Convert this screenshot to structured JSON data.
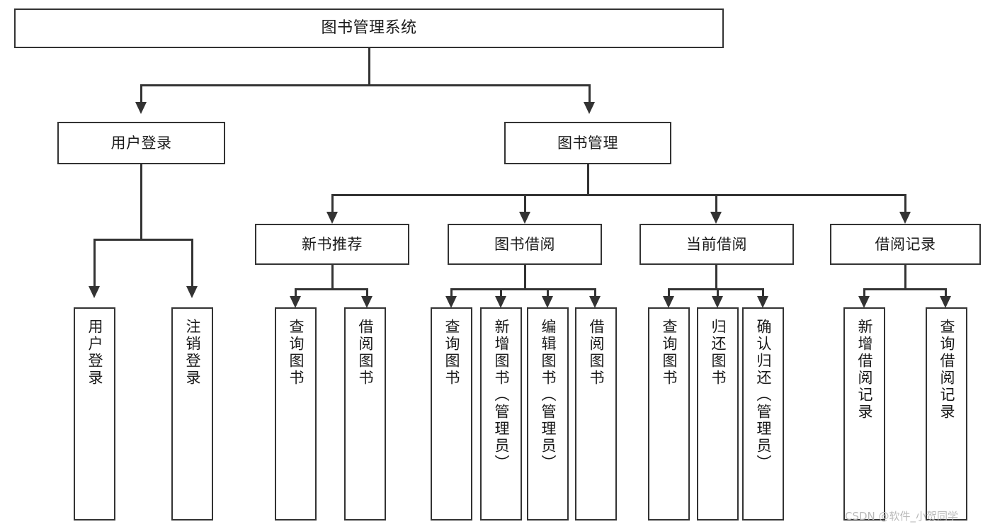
{
  "diagram": {
    "type": "tree",
    "title": "图书管理系统",
    "orientation": "top-down",
    "colors": {
      "stroke": "#333333",
      "fill": "#ffffff",
      "text": "#1a1a1a",
      "watermark": "#b9b9b9"
    },
    "nodes": {
      "root": {
        "label": "图书管理系统"
      },
      "level2": [
        {
          "label": "用户登录"
        },
        {
          "label": "图书管理"
        }
      ],
      "level3": [
        {
          "label": "新书推荐"
        },
        {
          "label": "图书借阅"
        },
        {
          "label": "当前借阅"
        },
        {
          "label": "借阅记录"
        }
      ],
      "leaves": {
        "user_login": [
          {
            "label": "用户登录"
          },
          {
            "label": "注销登录"
          }
        ],
        "new_book": [
          {
            "label": "查询图书"
          },
          {
            "label": "借阅图书"
          }
        ],
        "book_borrow": [
          {
            "label": "查询图书"
          },
          {
            "label": "新增图书（管理员）"
          },
          {
            "label": "编辑图书（管理员）"
          },
          {
            "label": "借阅图书"
          }
        ],
        "current_borrow": [
          {
            "label": "查询图书"
          },
          {
            "label": "归还图书"
          },
          {
            "label": "确认归还（管理员）"
          }
        ],
        "borrow_record": [
          {
            "label": "新增借阅记录"
          },
          {
            "label": "查询借阅记录"
          }
        ]
      }
    }
  },
  "watermark": {
    "text": "CSDN @软件_小贺同学"
  }
}
